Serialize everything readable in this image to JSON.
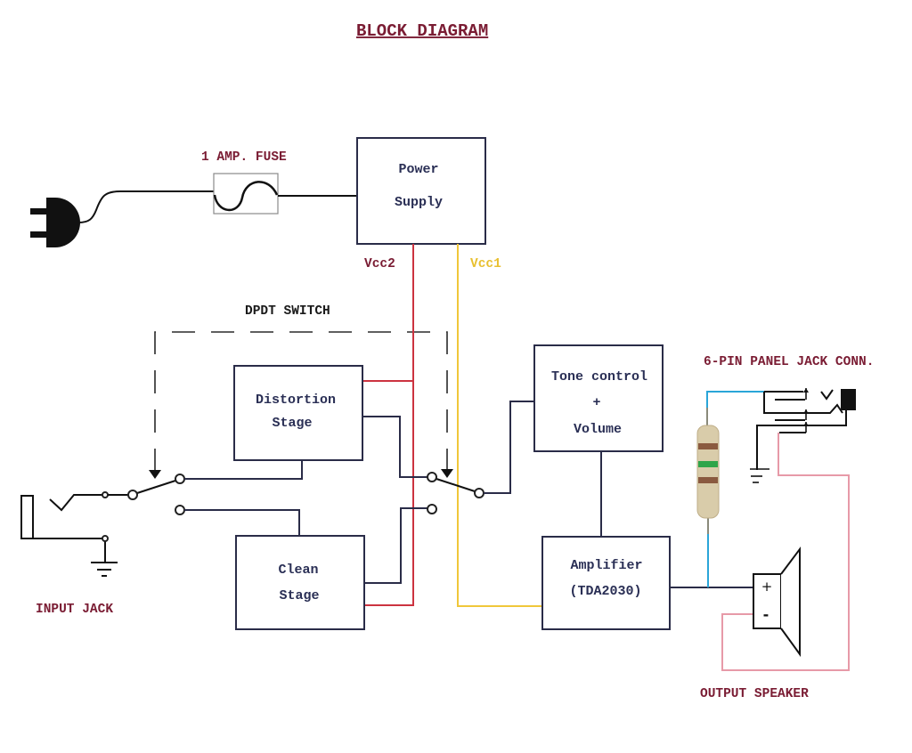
{
  "title": "BLOCK DIAGRAM",
  "labels": {
    "fuse": "1 AMP. FUSE",
    "dpdt_switch": "DPDT SWITCH",
    "input_jack": "INPUT JACK",
    "panel_jack": "6-PIN PANEL JACK CONN.",
    "output_speaker": "OUTPUT SPEAKER",
    "vcc1": "Vcc1",
    "vcc2": "Vcc2"
  },
  "blocks": {
    "power_supply": {
      "line1": "Power",
      "line2": "Supply"
    },
    "distortion": {
      "line1": "Distortion",
      "line2": "Stage"
    },
    "clean": {
      "line1": "Clean",
      "line2": "Stage"
    },
    "tone": {
      "line1": "Tone control",
      "line2": "+",
      "line3": "Volume"
    },
    "amplifier": {
      "line1": "Amplifier",
      "line2": "(TDA2030)"
    }
  },
  "speaker": {
    "plus": "+",
    "minus": "-"
  },
  "icons": {
    "plug": "power-plug-icon",
    "fuse": "fuse-icon",
    "ground": "ground-icon",
    "resistor": "resistor-icon",
    "speaker": "speaker-icon"
  },
  "colors": {
    "label_red": "#7a1c33",
    "box_text": "#2a2f55",
    "vcc1_wire": "#f0c73a",
    "vcc2_wire": "#cc3340",
    "signal_wire": "#2a2c48",
    "resistor_lead": "#2aa5d8",
    "return_wire": "#e79aa8"
  }
}
